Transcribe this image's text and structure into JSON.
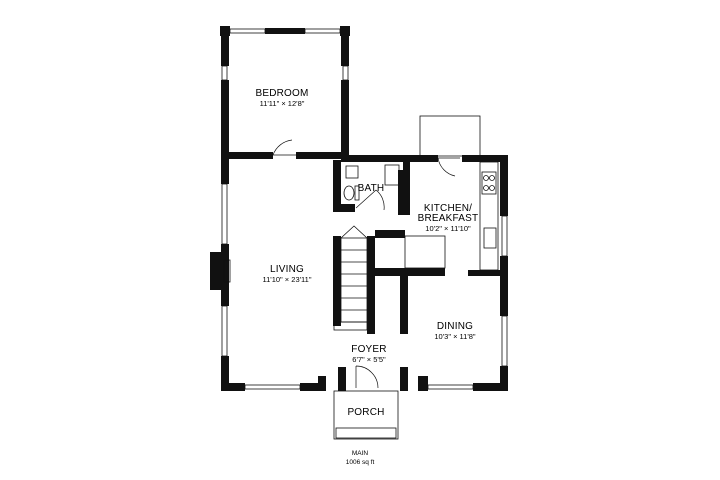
{
  "rooms": {
    "bedroom": {
      "name": "BEDROOM",
      "dims": "11'11\" × 12'8\""
    },
    "bath": {
      "name": "BATH"
    },
    "kitchen": {
      "name_line1": "KITCHEN/",
      "name_line2": "BREAKFAST",
      "dims": "10'2\" × 11'10\""
    },
    "living": {
      "name": "LIVING",
      "dims": "11'10\" × 23'11\""
    },
    "dining": {
      "name": "DINING",
      "dims": "10'3\" × 11'8\""
    },
    "foyer": {
      "name": "FOYER",
      "dims": "6'7\" × 5'5\""
    },
    "porch": {
      "name": "PORCH"
    }
  },
  "footer": {
    "level": "MAIN",
    "area": "1006 sq ft"
  }
}
